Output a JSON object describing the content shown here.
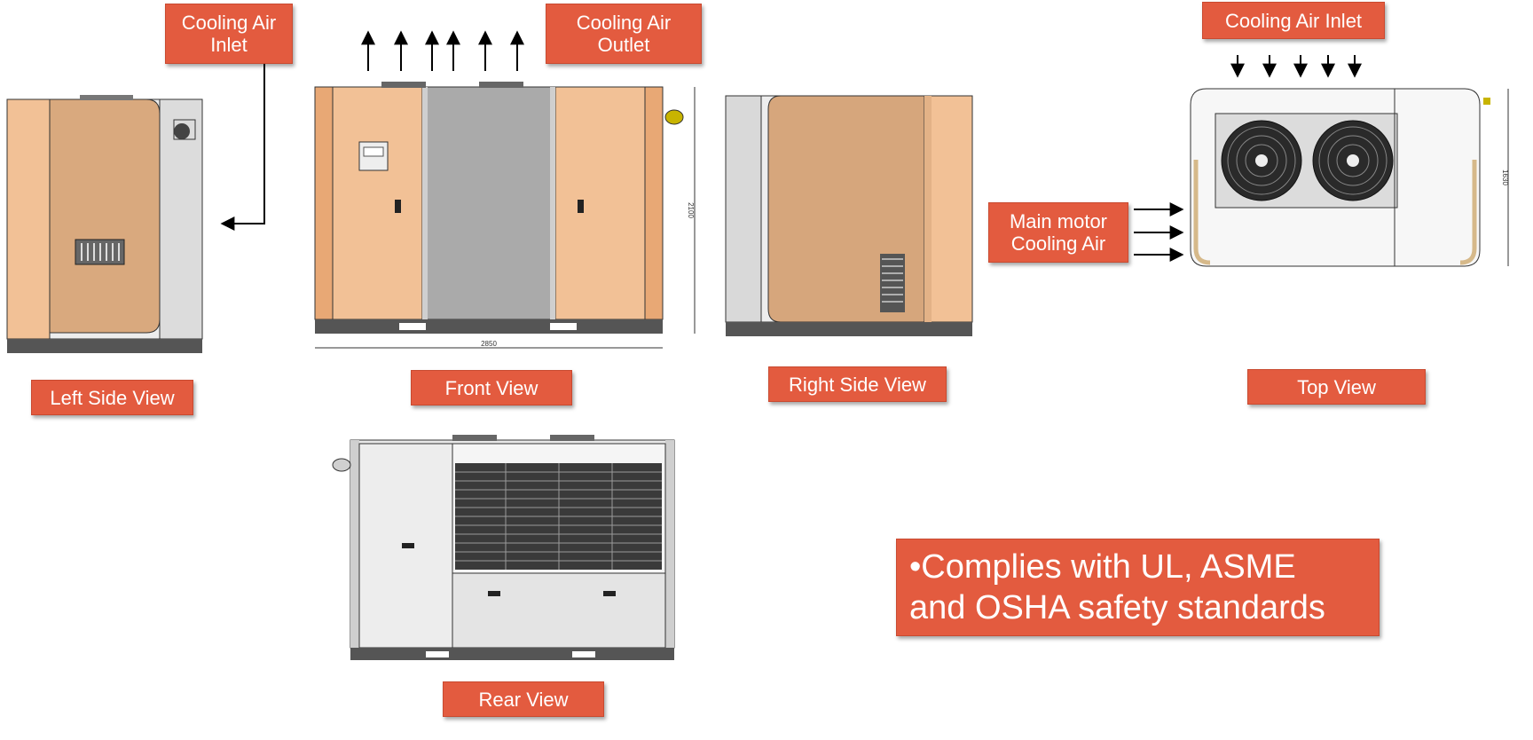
{
  "labels": {
    "left_inlet": "Cooling Air\nInlet",
    "front_outlet": "Cooling Air\nOutlet",
    "top_inlet": "Cooling Air Inlet",
    "main_motor": "Main motor\nCooling Air",
    "left_view": "Left Side View",
    "front_view": "Front View",
    "right_view": "Right Side View",
    "top_view": "Top View",
    "rear_view": "Rear View"
  },
  "note": "•Complies with UL, ASME\nand OSHA safety standards",
  "dimensions": {
    "front_width": "2850",
    "front_height": "2100",
    "top_depth": "1630"
  },
  "colors": {
    "label_bg": "#e35b3f",
    "panel_peach": "#f2c196",
    "panel_tan": "#d6a67c",
    "panel_gray": "#a9a9a9",
    "frame_light": "#ebebeb",
    "base_dark": "#555555"
  }
}
